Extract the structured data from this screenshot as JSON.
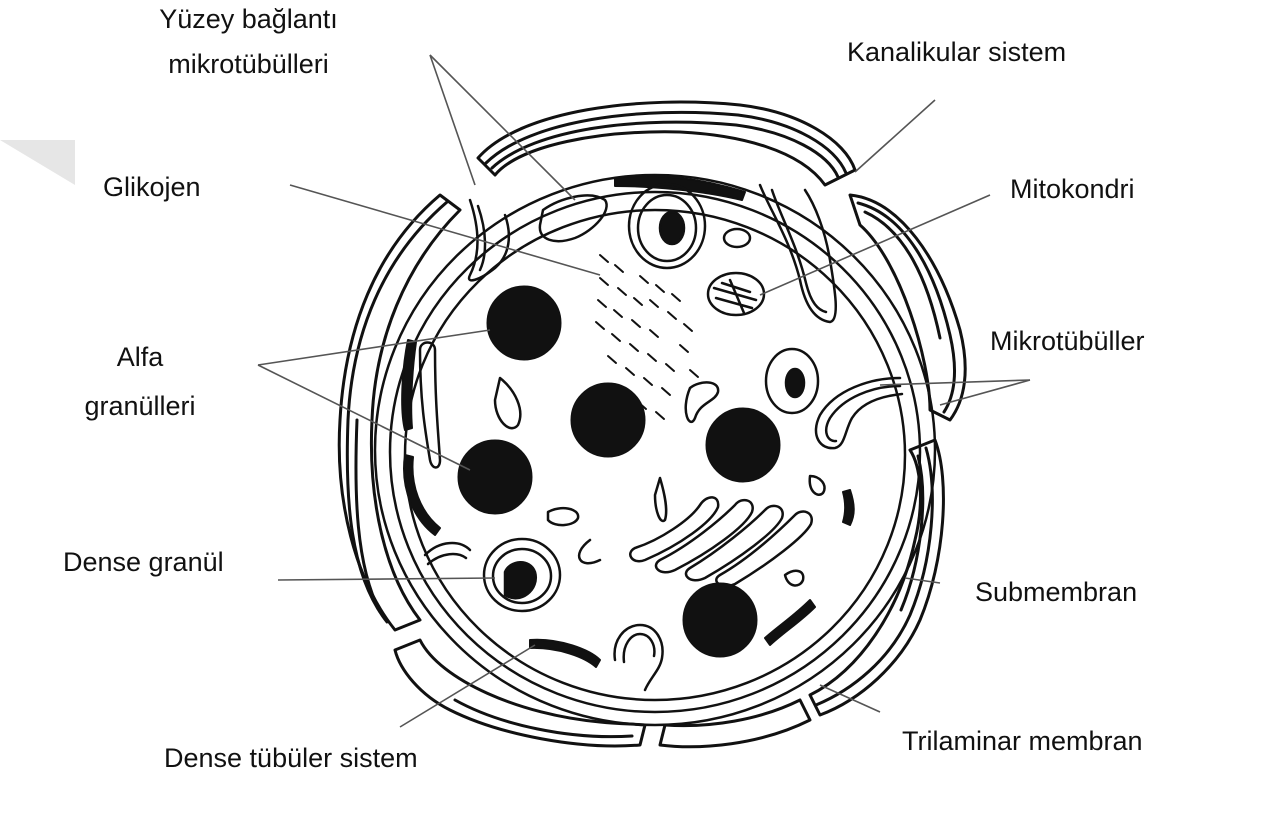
{
  "colors": {
    "background": "#ffffff",
    "ink": "#111111",
    "leader_line": "#555555",
    "organelle_fill": "#111111"
  },
  "labels": {
    "surface_connected_microtubules_line1": "Yüzey bağlantı",
    "surface_connected_microtubules_line2": "mikrotübülleri",
    "canalicular_system": "Kanalikular sistem",
    "glycogen": "Glikojen",
    "mitochondria": "Mitokondri",
    "microtubules": "Mikrotübüller",
    "alpha_granules_line1": "Alfa",
    "alpha_granules_line2": "granülleri",
    "dense_granule": "Dense granül",
    "submembrane": "Submembran",
    "trilaminar_membrane": "Trilaminar membran",
    "dense_tubular_system": "Dense tübüler sistem"
  }
}
